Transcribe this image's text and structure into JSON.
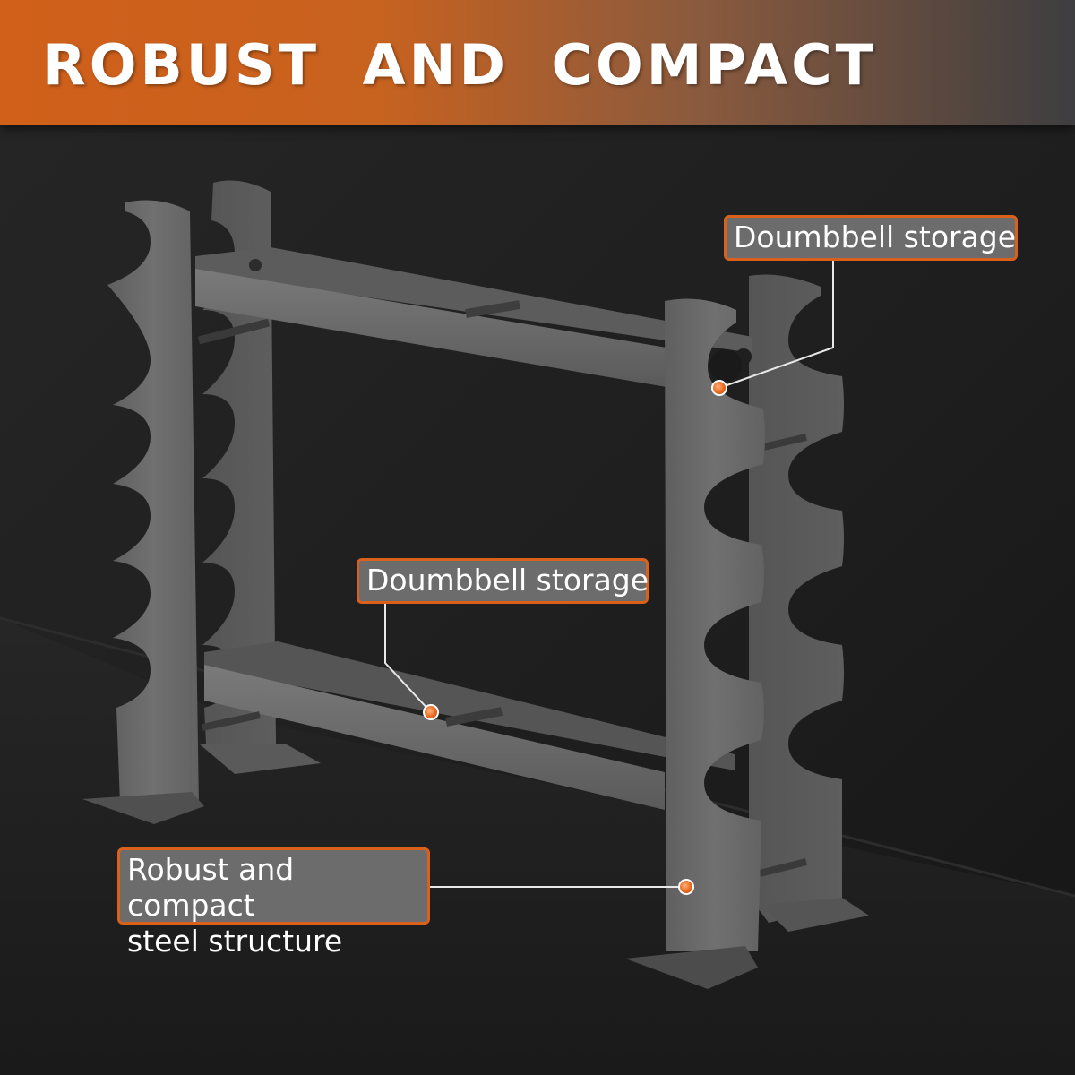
{
  "banner": {
    "title": "ROBUST AND COMPACT",
    "accent_color": "#d0601a"
  },
  "callouts": {
    "top": {
      "label": "Doumbbell storage"
    },
    "middle": {
      "label": "Doumbbell storage"
    },
    "bottom": {
      "line1": "Robust and compact",
      "line2": "steel structure"
    }
  },
  "colors": {
    "rack_steel": "#6b6b6b",
    "rack_shadow": "#4d4d4d",
    "callout_border": "#d9611c",
    "callout_fill": "#6c6c6c",
    "background": "#1c1c1c"
  }
}
